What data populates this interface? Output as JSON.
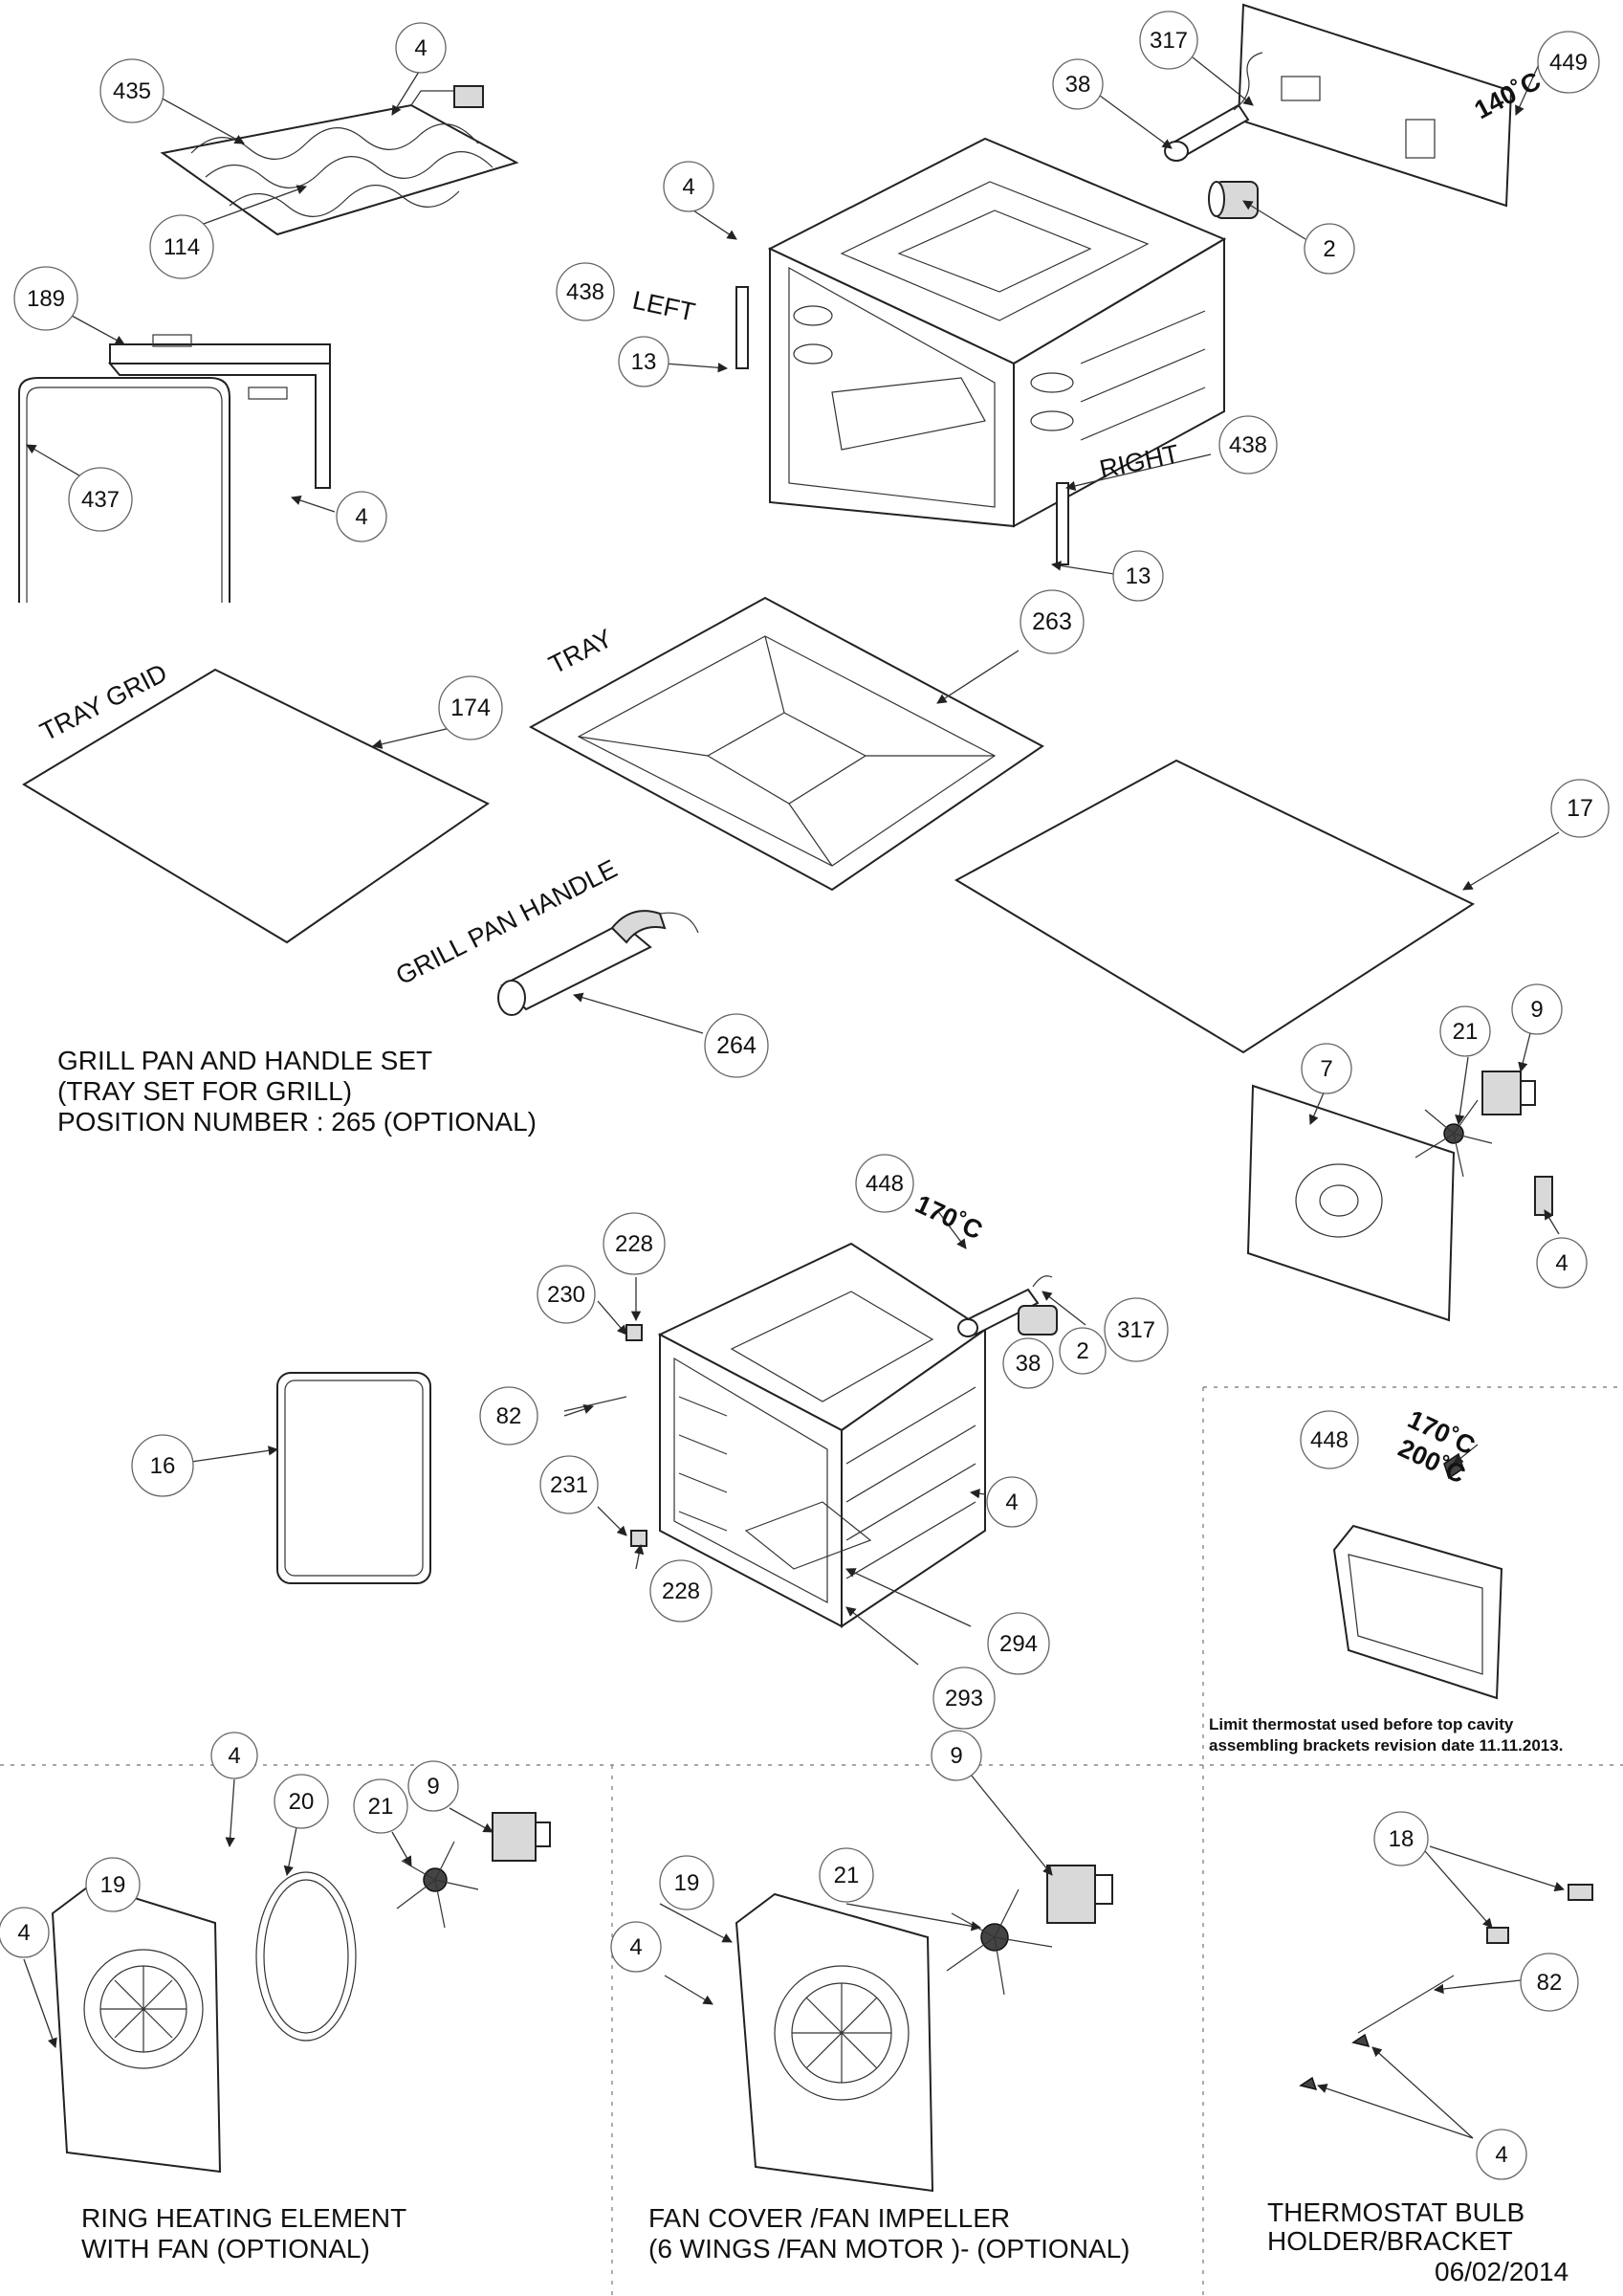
{
  "callouts": [
    {
      "id": "c435",
      "text": "435"
    },
    {
      "id": "c4a",
      "text": "4"
    },
    {
      "id": "c114",
      "text": "114"
    },
    {
      "id": "c189",
      "text": "189"
    },
    {
      "id": "c437",
      "text": "437"
    },
    {
      "id": "c4b",
      "text": "4"
    },
    {
      "id": "c317a",
      "text": "317"
    },
    {
      "id": "c38a",
      "text": "38"
    },
    {
      "id": "c449",
      "text": "449"
    },
    {
      "id": "c4c",
      "text": "4"
    },
    {
      "id": "c2a",
      "text": "2"
    },
    {
      "id": "c438a",
      "text": "438"
    },
    {
      "id": "c13a",
      "text": "13"
    },
    {
      "id": "c438b",
      "text": "438"
    },
    {
      "id": "c13b",
      "text": "13"
    },
    {
      "id": "c263",
      "text": "263"
    },
    {
      "id": "c174",
      "text": "174"
    },
    {
      "id": "c17",
      "text": "17"
    },
    {
      "id": "c264",
      "text": "264"
    },
    {
      "id": "c21a",
      "text": "21"
    },
    {
      "id": "c9a",
      "text": "9"
    },
    {
      "id": "c7",
      "text": "7"
    },
    {
      "id": "c4d",
      "text": "4"
    },
    {
      "id": "c448a",
      "text": "448"
    },
    {
      "id": "c228a",
      "text": "228"
    },
    {
      "id": "c230",
      "text": "230"
    },
    {
      "id": "c317b",
      "text": "317"
    },
    {
      "id": "c38b",
      "text": "38"
    },
    {
      "id": "c2b",
      "text": "2"
    },
    {
      "id": "c82a",
      "text": "82"
    },
    {
      "id": "c16",
      "text": "16"
    },
    {
      "id": "c231",
      "text": "231"
    },
    {
      "id": "c4e",
      "text": "4"
    },
    {
      "id": "c228b",
      "text": "228"
    },
    {
      "id": "c294",
      "text": "294"
    },
    {
      "id": "c293",
      "text": "293"
    },
    {
      "id": "c448b",
      "text": "448"
    },
    {
      "id": "c4f",
      "text": "4"
    },
    {
      "id": "c19a",
      "text": "19"
    },
    {
      "id": "c4g",
      "text": "4"
    },
    {
      "id": "c20",
      "text": "20"
    },
    {
      "id": "c21b",
      "text": "21"
    },
    {
      "id": "c9b",
      "text": "9"
    },
    {
      "id": "c19b",
      "text": "19"
    },
    {
      "id": "c4h",
      "text": "4"
    },
    {
      "id": "c21c",
      "text": "21"
    },
    {
      "id": "c9c",
      "text": "9"
    },
    {
      "id": "c18",
      "text": "18"
    },
    {
      "id": "c82b",
      "text": "82"
    },
    {
      "id": "c4i",
      "text": "4"
    }
  ],
  "labels": {
    "left": "LEFT",
    "right": "RIGHT",
    "tray": "TRAY",
    "tray_grid": "TRAY GRID",
    "grill_pan_handle": "GRILL PAN HANDLE",
    "temp_140": "140˚C",
    "temp_170_a": "170˚C",
    "temp_170_b": "170˚C",
    "temp_200": "200˚C"
  },
  "notes": {
    "grill_set_line1": "GRILL PAN AND HANDLE SET",
    "grill_set_line2": "(TRAY SET FOR GRILL)",
    "grill_set_line3": "POSITION NUMBER : 265  (OPTIONAL)",
    "limit_line1": "Limit thermostat used before top cavity",
    "limit_line2": "assembling brackets revision date 11.11.2013.",
    "ring_line1": "RING HEATING ELEMENT",
    "ring_line2": "WITH FAN (OPTIONAL)",
    "fan_line1": "FAN COVER /FAN IMPELLER",
    "fan_line2": "(6 WINGS /FAN MOTOR )- (OPTIONAL)",
    "bulb_line1": "THERMOSTAT BULB",
    "bulb_line2": "HOLDER/BRACKET",
    "date": "06/02/2014"
  }
}
